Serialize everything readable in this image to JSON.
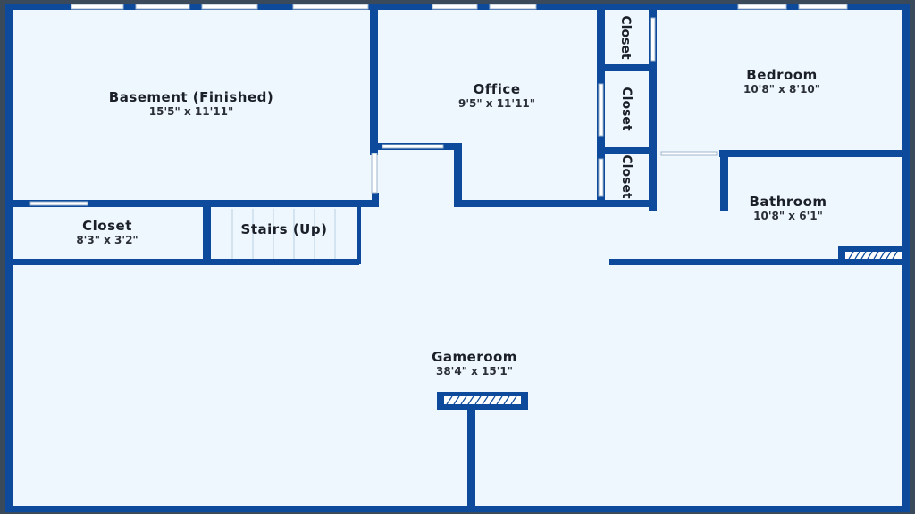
{
  "colors": {
    "wall": "#0d4a9b",
    "floor": "#eef7fd",
    "window": "#ffffff",
    "background": "#3a4a5a"
  },
  "rooms": {
    "basement": {
      "name": "Basement (Finished)",
      "dims": "15'5\" x 11'11\""
    },
    "office": {
      "name": "Office",
      "dims": "9'5\" x 11'11\""
    },
    "bedroom": {
      "name": "Bedroom",
      "dims": "10'8\" x 8'10\""
    },
    "closet_small": {
      "name": "Closet",
      "dims": "8'3\" x 3'2\""
    },
    "stairs": {
      "name": "Stairs (Up)"
    },
    "bathroom": {
      "name": "Bathroom",
      "dims": "10'8\" x 6'1\""
    },
    "gameroom": {
      "name": "Gameroom",
      "dims": "38'4\" x 15'1\""
    },
    "closet_1": {
      "name": "Closet"
    },
    "closet_2": {
      "name": "Closet"
    },
    "closet_3": {
      "name": "Closet"
    }
  }
}
